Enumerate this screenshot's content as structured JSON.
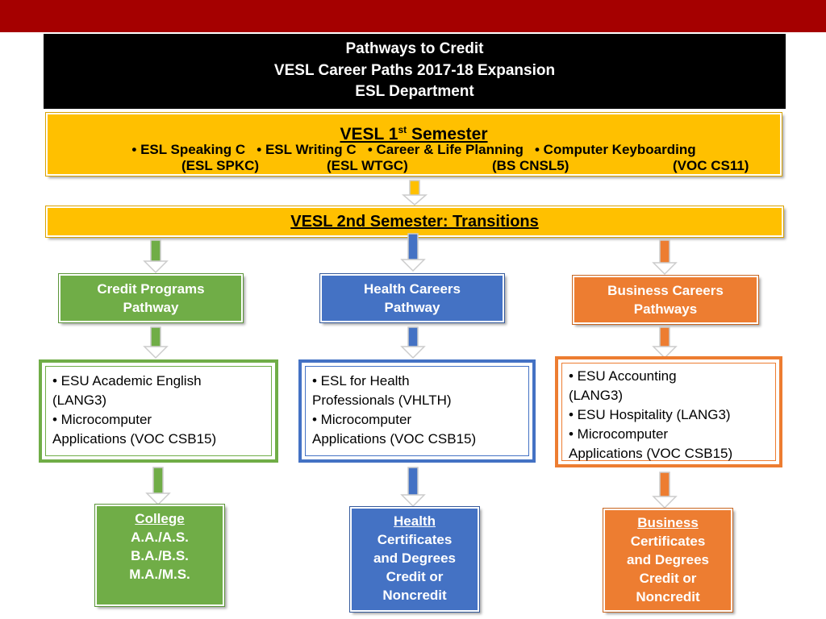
{
  "header": {
    "title_line1": "Pathways to Credit",
    "title_line2": "VESL Career Paths 2017-18 Expansion",
    "title_line3": "ESL Department"
  },
  "semester1": {
    "heading_main": "VESL 1",
    "heading_sup": "st",
    "heading_rest": " Semester",
    "courses": "• ESL Speaking C   • ESL Writing C   • Career & Life Planning   • Computer Keyboarding",
    "codes": [
      "(ESL SPKC)",
      "(ESL WTGC)",
      "(BS CNSL5)",
      "(VOC CS11)"
    ]
  },
  "semester2": {
    "heading": "VESL 2nd Semester: Transitions"
  },
  "pathways": [
    {
      "line1": "Credit Programs",
      "line2": "Pathway",
      "courses": [
        "• ESU Academic English",
        "(LANG3)",
        "• Microcomputer",
        "Applications (VOC CSB15)"
      ],
      "outcome": [
        "College",
        "A.A./A.S.",
        "B.A./B.S.",
        "M.A./M.S."
      ],
      "color": "#70ad47"
    },
    {
      "line1": "Health Careers",
      "line2": "Pathway",
      "courses": [
        "• ESL for Health",
        "Professionals (VHLTH)",
        "• Microcomputer",
        "Applications (VOC CSB15)"
      ],
      "outcome": [
        "Health",
        "Certificates",
        "and Degrees",
        "Credit or",
        "Noncredit"
      ],
      "color": "#4472c4"
    },
    {
      "line1": "Business Careers",
      "line2": "Pathways",
      "courses": [
        "• ESU Accounting",
        "(LANG3)",
        "• ESU Hospitality (LANG3)",
        "• Microcomputer",
        "Applications (VOC CSB15)"
      ],
      "outcome": [
        "Business",
        "Certificates",
        "and Degrees",
        "Credit or",
        "Noncredit"
      ],
      "color": "#ed7d31"
    }
  ],
  "colors": {
    "top_bar": "#a50000",
    "gold": "#ffc000",
    "green": "#70ad47",
    "blue": "#4472c4",
    "orange": "#ed7d31"
  }
}
